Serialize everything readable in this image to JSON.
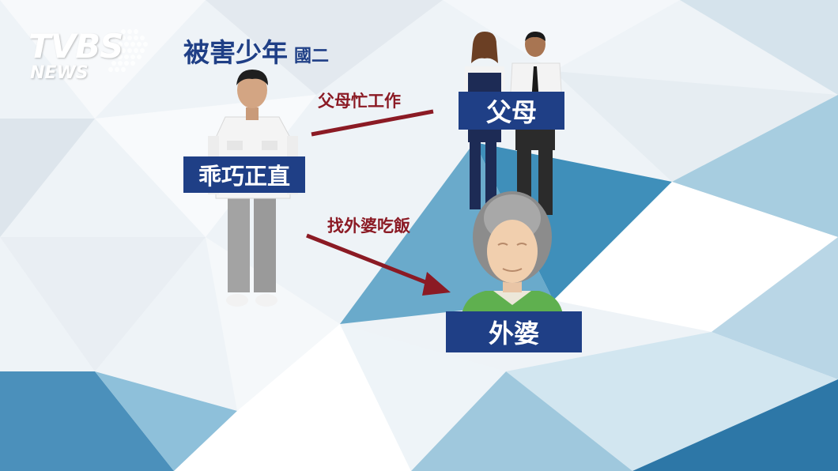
{
  "logo": {
    "brand": "TVBS",
    "sub": "NEWS"
  },
  "header": {
    "title": "被害少年",
    "grade": "國二"
  },
  "nodes": {
    "victim": {
      "label": "乖巧正直",
      "figure": "boy-figure"
    },
    "parents": {
      "label": "父母",
      "figure": "parents-figure"
    },
    "grandma": {
      "label": "外婆",
      "figure": "grandmother-figure"
    }
  },
  "relations": {
    "to_parents": "父母忙工作",
    "to_grandma": "找外婆吃飯"
  },
  "colors": {
    "label_bg": "#1f3f86",
    "arrow": "#8b1a24",
    "accent_blue": "#2f84b2"
  }
}
